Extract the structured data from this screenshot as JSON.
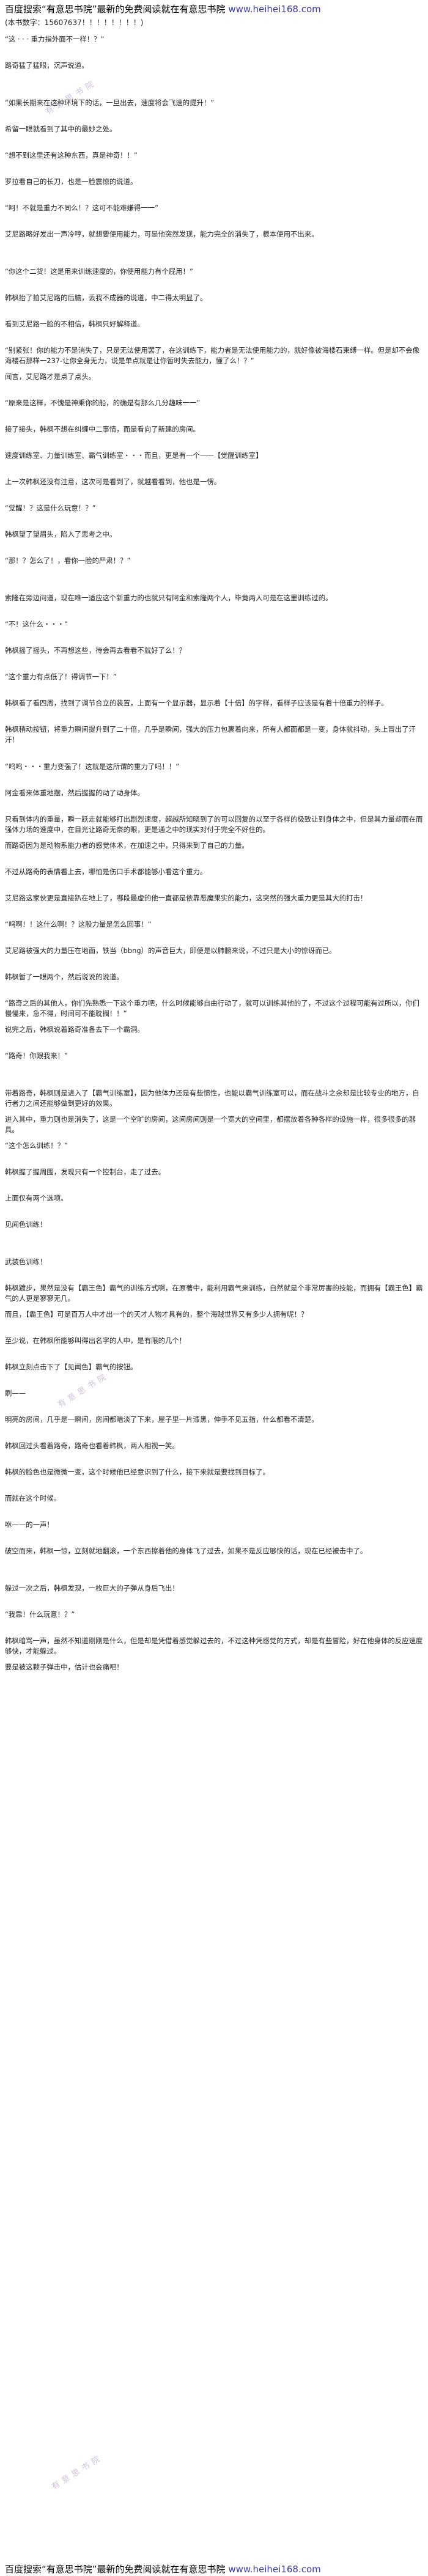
{
  "header": {
    "text": "百度搜索“有意思书院”最新的免费阅读就在有意思书院",
    "site": "www.heihei168.com"
  },
  "book_id": "(本书数字：15607637！！！！！！！！)",
  "watermark": "有 意 思 书 院",
  "paragraphs": [
    "“这 · · · 重力指外面不一样！？”",
    "路奇猛了猛眼，沉声说道。",
    "“如果长期来在这种环境下的话，一旦出去，速度将会飞速的提升！”",
    "希留一眼就看到了其中的最妙之处。",
    "“想不到这里还有这种东西，真是神奇！！”",
    "罗拉看自己的长刀，也是一脸震惊的说道。",
    "“呵！不就是重力不同么！？这可不能难嫌得一一”",
    "艾尼路略好发出一声冷哼，就想要使用能力，可是他突然发现，能力完全的消失了，根本使用不出来。",
    "“你这个二货！这是用来训练速度的，你使用能力有个屁用！”",
    "韩枫抬了拍艾尼路的后脑，丢我不成器的说道，中二得太明显了。",
    "看到艾尼路一脸的不相信，韩枫只好解释道。",
    "“别紧张！你的能力不是消失了，只是无法使用罢了，在这训练下，能力者是无法使用能力的，就好像被海楼石束缚一样。但是却不会像海楼石那样一237-让你全身无力，说是单点就是让你暂时失去能力，懂了么！？”",
    "闻言，艾尼路才是点了点头。",
    "“原来是这样，不愧是神乘你的船，的确是有那么几分趣味一一”",
    "接了接头，韩枫不想在纠缠中二事情，而是看向了新建的房间。",
    "速度训练室、力量训练室、霸气训练室・・・而且，更是有一个一一【觉醒训练室】",
    "上一次韩枫还没有注意，这次可是看到了，就越看看到，他也是一愣。",
    "“觉醒！？这是什么玩意！？”",
    "韩枫望了望眉头，陷入了思考之中。",
    "“那！？怎么了！，看你一脸的严肃！？”",
    "索隆在旁边问道，现在唯一适应这个新重力的也就只有阿金和索隆两个人，毕竟两人可是在这里训练过的。",
    "“不！这什么・・・”",
    "韩枫摇了摇头，不再想这些，待会再去看看不就好了么！？",
    "“这个重力有点低了！得调节一下！”",
    "韩枫看了看四周，找到了调节合立的装置，上面有一个显示器，显示着【十倍】的字样，看样子应该是有着十倍重力的样子。",
    "韩枫稍动按钮，将重力瞬间提升到了二十倍，几乎是瞬间，强大的压力包裹着向来，所有人都面都是一变，身体就抖动，头上冒出了汗汗！",
    "“呜呜・・・重力变强了！这就是这所谓的重力了吗！！”",
    "阿金看来体重地摆，然后握握的动了动身体。",
    "只看到体内的重量，瞬一跃走就能够打出剧烈速度，超越所知晓到了的可以回复的以至于各样的极致让到身体之中，但是其力量却而在而强体力场的速度中，在目光让路奇无奈的眼，更是通之中的现实对付于完全不好住的。",
    "而路奇因为是动物系能力者的感觉体术，在加速之中，只得来到了自己的力量。",
    "不过从路奇的表情看上去，哪怕是伤口手术都能够小看这个重力。",
    "艾尼路这家伙更是直接趴在地上了，哪段最虚的他一直都是依靠恶魔果实的能力，这突然的强大重力更是其大的打击！",
    "“呜啊！！这什么啊！？这股力量是怎么回事！”",
    "艾尼路被强大的力量压在地面，铁当（bbng）的声音巨大，即便是以肺腑来说，不过只是大小的惊讶而已。",
    "韩枫暂了一眼两个，然后说说的说道。",
    "“路奇之后的其他人，你们先熟悉一下这个重力吧，什么时候能够自由行动了，就可以训练其他的了，不过这个过程可能有过所以，你们慢慢来，急不得，时间可不能耽搁！！”",
    "说完之后，韩枫说着路奇准备去下一个霸洞。",
    "“路奇！你跟我来！”",
    "带着路奇，韩枫则是进入了【霸气训练室】，因为他体力还是有些惯性，也能以霸气训练室可以，而在战斗之余却是比较专业的地方，自行者力之间还能够做到更好的效果。",
    "进入其中，重力则也是消失了，这是一个空旷的房间，这间房间则是一个宽大的空间里，都摆放着各种各样的设施一样，很多很多的器具。",
    "“这个怎么训练！？”",
    "韩枫握了握周围，发现只有一个控制台，走了过去。",
    "上面仅有两个选项。",
    "见闻色训练！",
    "武装色训练！",
    "韩枫踱步，果然是没有【霸王色】霸气的训练方式啊，在原著中，能利用霸气来训练，自然就是个非常厉害的技能，而拥有【霸王色】霸气的人更是寥寥无几。",
    "而且，【霸王色】可是百万人中才出一个的天才人物才具有的，整个海贼世界又有多少人拥有呢！？",
    "至少说，在韩枫所能够叫得出名字的人中，是有限的几个！",
    "韩枫立刻点击下了【见闻色】霸气的按钮。",
    "刷——",
    "明亮的房间，几乎是一瞬间，房间都暗淡了下来，屋子里一片漆黑，伸手不见五指，什么都看不清楚。",
    "韩枫回过头看着路奇，路奇也看着韩枫，两人相视一笑。",
    "韩枫的脸色也是微微一变，这个时候他已经意识到了什么，接下来就是要找到目标了。",
    "而就在这个时候。",
    "咻——的一声！",
    "破空而来，韩枫一惊，立刻就地翻滚，一个东西擦着他的身体飞了过去，如果不是反应够快的话，现在已经被击中了。",
    "躲过一次之后，韩枫发现，一枚巨大的子弹从身后飞出！",
    "“我靠！什么玩意！？”",
    "韩枫暗骂一声，虽然不知道刚刚是什么，但是却是凭借着感觉躲过去的，不过这种凭感觉的方式，却是有些冒险，好在他身体的反应速度够快，才能躲过。",
    "要是被这颗子弹击中，估计也会痛吧！"
  ],
  "footer": {
    "text": "百度搜索“有意思书院”最新的免费阅读就在有意思书院",
    "site": "www.heihei168.com"
  }
}
